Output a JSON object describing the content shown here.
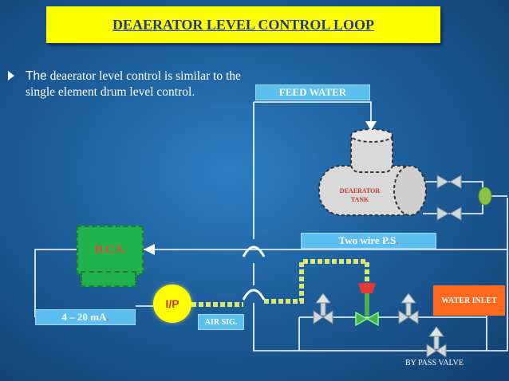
{
  "title": "DEAERATOR LEVEL CONTROL LOOP",
  "bullet": {
    "lead": "The",
    "body": "deaerator level control is similar to the single element drum level control."
  },
  "labels": {
    "feed_water": "FEED WATER",
    "deaerator_line1": "DEAERATOR",
    "deaerator_line2": "TANK",
    "two_wire": "Two wire P.S",
    "two_wire_dot": ".",
    "dcs": "D.C.S.",
    "ip": "I/P",
    "ma": "4 – 20 mA",
    "ma_dot": ".",
    "air_sig": "AIR SIG.",
    "water_inlet": "WATER INLET",
    "bypass": "BY PASS VALVE"
  },
  "colors": {
    "title_bg": "#ffff00",
    "title_text": "#1f3b8a",
    "label_bg": "#5bc0f0",
    "dcs_green": "#22b24c",
    "ip_yellow": "#ffff00",
    "water_inlet_orange": "#ff6a1f",
    "signal_dash": "#ffff66"
  }
}
